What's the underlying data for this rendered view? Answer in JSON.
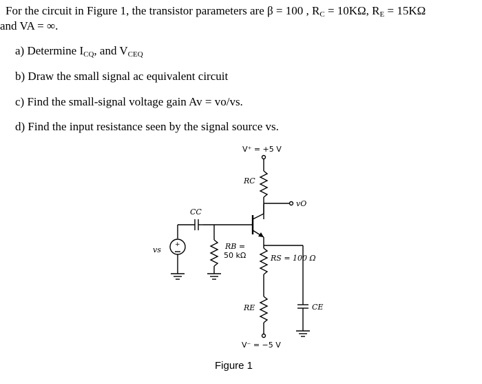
{
  "problem": {
    "intro_line1": "For the circuit in Figure 1, the transistor parameters are β = 100 , R",
    "rc_sub": "C",
    "rc_val": " = 10KΩ,  R",
    "re_sub": "E",
    "re_val": " = 15KΩ",
    "intro_line2": "and VA = ∞.",
    "q_a_pre": "a)  Determine I",
    "q_a_sub1": "CQ",
    "q_a_mid": ", and V",
    "q_a_sub2": "CEQ",
    "q_b": "b)  Draw the small signal ac equivalent circuit",
    "q_c": "c)  Find the small-signal voltage gain Av = vo/vs.",
    "q_d": "d)  Find the input resistance seen by the signal source vs."
  },
  "figure": {
    "vplus": "V⁺ = +5 V",
    "vminus": "V⁻ = −5 V",
    "rc": "RC",
    "re": "RE",
    "cc": "CC",
    "ce": "CE",
    "rb_line1": "RB =",
    "rb_line2": "50 kΩ",
    "rs": "RS = 100 Ω",
    "vo": "vO",
    "vs": "vs",
    "caption": "Figure 1"
  }
}
